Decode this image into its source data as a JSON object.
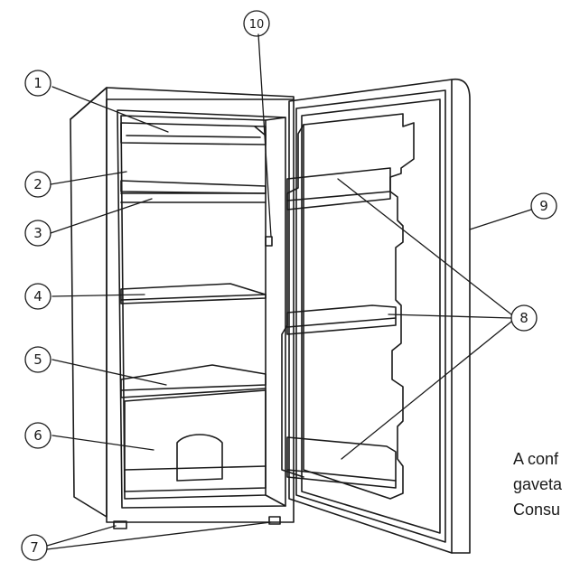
{
  "diagram": {
    "callouts": [
      {
        "id": "1",
        "label": "1"
      },
      {
        "id": "2",
        "label": "2"
      },
      {
        "id": "3",
        "label": "3"
      },
      {
        "id": "4",
        "label": "4"
      },
      {
        "id": "5",
        "label": "5"
      },
      {
        "id": "6",
        "label": "6"
      },
      {
        "id": "7",
        "label": "7"
      },
      {
        "id": "8",
        "label": "8"
      },
      {
        "id": "9",
        "label": "9"
      },
      {
        "id": "10",
        "label": "10"
      }
    ],
    "caption_lines": [
      "A conf",
      "gaveta",
      "Consu"
    ]
  },
  "colors": {
    "line": "#1a1a1a",
    "background": "#ffffff"
  }
}
